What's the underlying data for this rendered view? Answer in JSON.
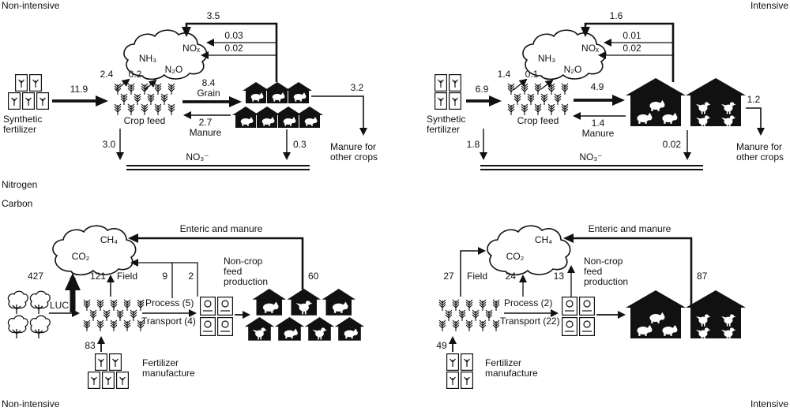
{
  "labels": {
    "top_left": "Non-intensive",
    "top_right": "Intensive",
    "bottom_left": "Non-intensive",
    "bottom_right": "Intensive",
    "nitrogen": "Nitrogen",
    "carbon": "Carbon"
  },
  "n_left": {
    "nh3": "NH₃",
    "nox": "NOₓ",
    "n2o": "N₂O",
    "atm": "3.5",
    "nox_val": "0.03",
    "n2o_val": "0.02",
    "crop_nh3": "2.4",
    "crop_n2o": "0.2",
    "fert": "11.9",
    "grain_val": "8.4",
    "grain_label": "Grain",
    "manure_val": "2.7",
    "manure_label": "Manure",
    "leach": "3.0",
    "animal_leach": "0.3",
    "export": "3.2",
    "synthetic1": "Synthetic",
    "synthetic2": "fertilizer",
    "crop_feed": "Crop feed",
    "no3": "NO₃⁻",
    "manure_other1": "Manure for",
    "manure_other2": "other crops"
  },
  "n_right": {
    "nh3": "NH₃",
    "nox": "NOₓ",
    "n2o": "N₂O",
    "atm": "1.6",
    "nox_val": "0.01",
    "n2o_val": "0.02",
    "crop_nh3": "1.4",
    "crop_n2o": "0.1",
    "fert": "6.9",
    "grain_val": "4.9",
    "manure_val": "1.4",
    "manure_label": "Manure",
    "leach": "1.8",
    "animal_leach": "0.02",
    "export": "1.2",
    "synthetic1": "Synthetic",
    "synthetic2": "fertilizer",
    "crop_feed": "Crop feed",
    "no3": "NO₃⁻",
    "manure_other1": "Manure for",
    "manure_other2": "other crops"
  },
  "c_left": {
    "co2": "CO₂",
    "ch4": "CH₄",
    "enteric": "Enteric and manure",
    "luc_val": "427",
    "luc_label": "LUC",
    "field_val": "121",
    "field_label": "Field",
    "process_val": "9",
    "bags_val": "2",
    "noncrop1": "Non-crop",
    "noncrop2": "feed",
    "noncrop3": "production",
    "animals_val": "60",
    "process": "Process (5)",
    "transport": "Transport (4)",
    "fert_val": "83",
    "fert1": "Fertilizer",
    "fert2": "manufacture"
  },
  "c_right": {
    "co2": "CO₂",
    "ch4": "CH₄",
    "enteric": "Enteric and manure",
    "field_val": "27",
    "field_label": "Field",
    "process_val": "24",
    "bags_val": "13",
    "noncrop1": "Non-crop",
    "noncrop2": "feed",
    "noncrop3": "production",
    "animals_val": "87",
    "process": "Process (2)",
    "transport": "Transport (22)",
    "fert_val": "49",
    "fert1": "Fertilizer",
    "fert2": "manufacture"
  }
}
